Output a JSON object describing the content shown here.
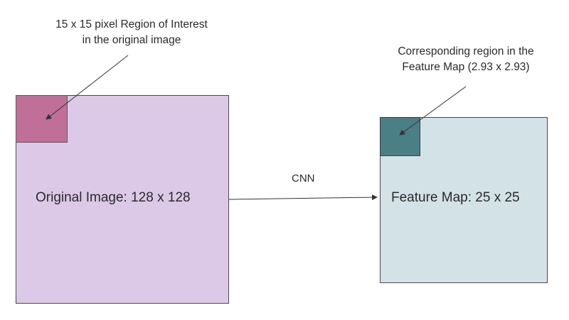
{
  "original": {
    "label": "Original Image: 128 x 128",
    "fill": "#dcc9e8",
    "roi_fill": "#c06f98"
  },
  "feature_map": {
    "label": "Feature Map: 25 x 25",
    "fill": "#d3e2e6",
    "roi_fill": "#4b7f86"
  },
  "arrow_label": "CNN",
  "roi_note": {
    "line1": "15 x 15 pixel Region of Interest",
    "line2": "in the original image"
  },
  "fmap_note": {
    "line1": "Corresponding region in the",
    "line2": "Feature Map (2.93 x 2.93)"
  }
}
